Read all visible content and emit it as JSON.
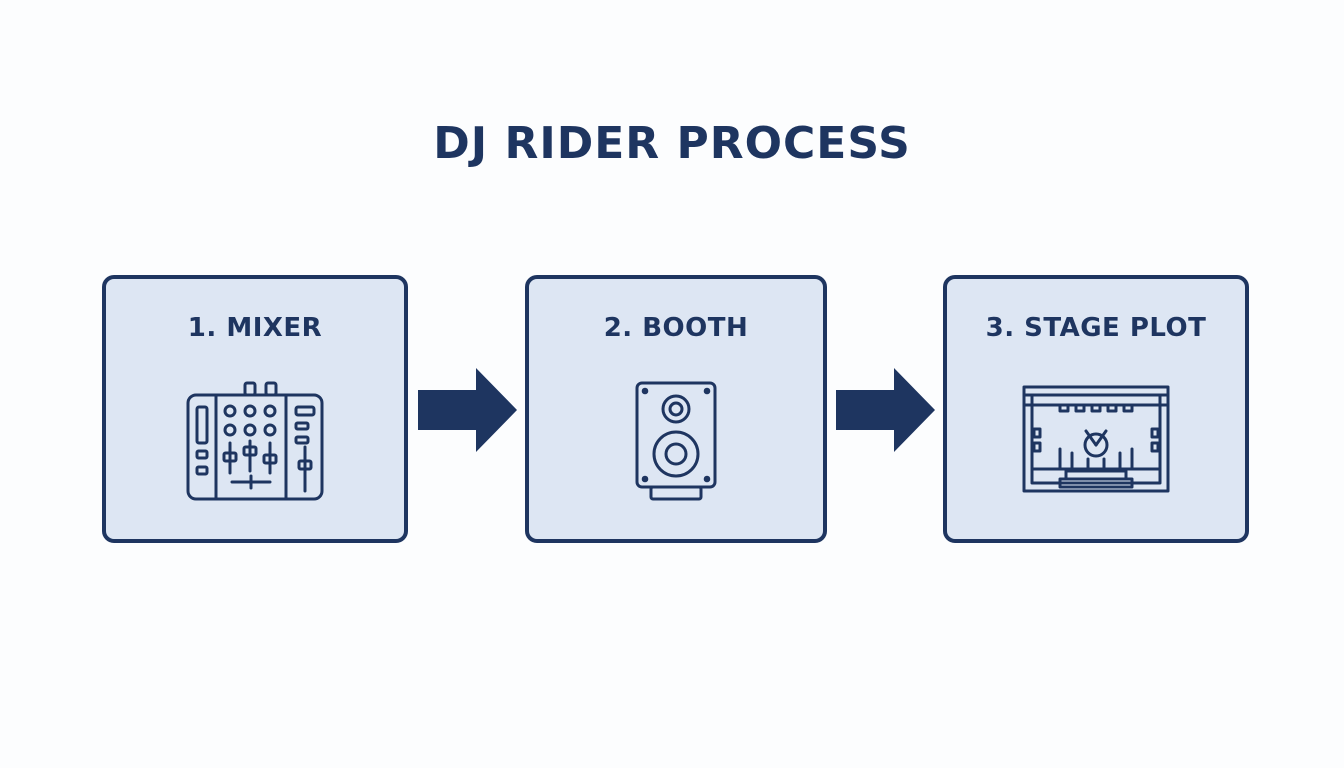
{
  "title": "DJ RIDER PROCESS",
  "steps": [
    {
      "label": "1. MIXER",
      "icon": "mixer-icon"
    },
    {
      "label": "2. BOOTH",
      "icon": "speaker-icon"
    },
    {
      "label": "3. STAGE PLOT",
      "icon": "stage-plot-icon"
    }
  ],
  "colors": {
    "primary": "#1e3560",
    "card_fill": "#dde6f3",
    "background": "#fcfdfe"
  }
}
